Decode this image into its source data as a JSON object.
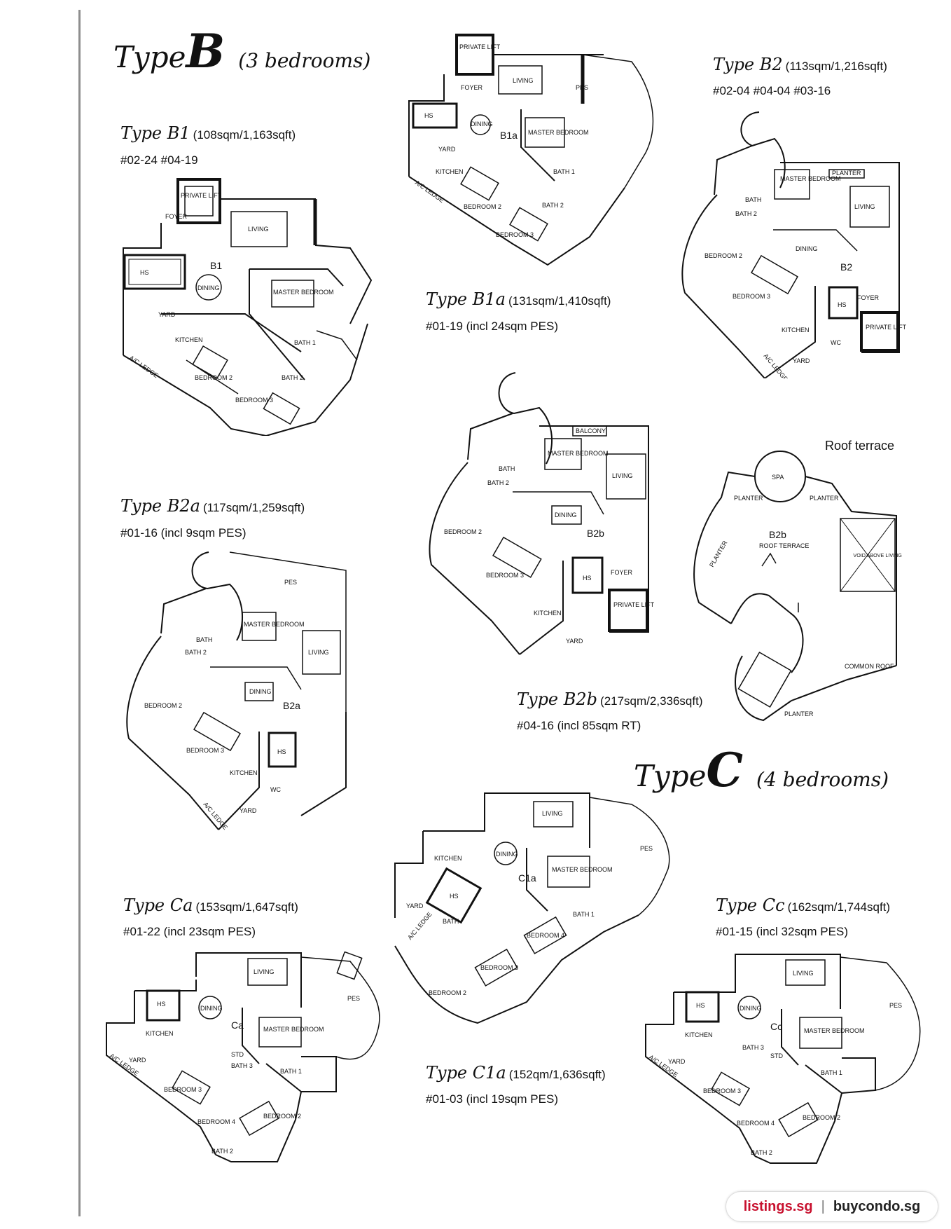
{
  "sections": {
    "b": {
      "type_word": "Type",
      "letter": "B",
      "subtitle": "(3 bedrooms)"
    },
    "c": {
      "type_word": "Type",
      "letter": "C",
      "subtitle": "(4 bedrooms)"
    }
  },
  "units": {
    "b1": {
      "name": "Type B1",
      "area": "(108sqm/1,163sqft)",
      "units": "#02-24  #04-19",
      "code": "B1"
    },
    "b1a": {
      "name": "Type B1a",
      "area": "(131sqm/1,410sqft)",
      "units": "#01-19 (incl 24sqm PES)",
      "code": "B1a"
    },
    "b2": {
      "name": "Type B2",
      "area": "(113sqm/1,216sqft)",
      "units": "#02-04  #04-04  #03-16",
      "code": "B2"
    },
    "b2a": {
      "name": "Type B2a",
      "area": "(117sqm/1,259sqft)",
      "units": "#01-16 (incl 9sqm PES)",
      "code": "B2a"
    },
    "b2b": {
      "name": "Type B2b",
      "area": "(217sqm/2,336sqft)",
      "units": "#04-16 (incl 85sqm RT)",
      "code": "B2b"
    },
    "ca": {
      "name": "Type Ca",
      "area": "(153sqm/1,647sqft)",
      "units": "#01-22 (incl 23sqm PES)",
      "code": "Ca"
    },
    "c1a": {
      "name": "Type C1a",
      "area": "(152qm/1,636sqft)",
      "units": "#01-03 (incl 19sqm PES)",
      "code": "C1a"
    },
    "cc": {
      "name": "Type Cc",
      "area": "(162sqm/1,744sqft)",
      "units": "#01-15 (incl 32sqm PES)",
      "code": "Cc"
    }
  },
  "roof": {
    "caption": "Roof terrace",
    "labels": {
      "spa": "SPA",
      "planter": "PLANTER",
      "roof_terrace": "B2b",
      "roof_terrace_2": "ROOF TERRACE",
      "void": "VOID ABOVE LIVING",
      "common_roof": "COMMON ROOF"
    }
  },
  "rooms": {
    "private_lift": "PRIVATE LIFT",
    "foyer": "FOYER",
    "living": "LIVING",
    "hs": "HS",
    "dining": "DINING",
    "master_bedroom": "MASTER BEDROOM",
    "kitchen": "KITCHEN",
    "yard": "YARD",
    "wc": "WC",
    "bath_1": "BATH 1",
    "bath_2": "BATH 2",
    "bath_3": "BATH 3",
    "bath": "BATH",
    "bedroom_2": "BEDROOM 2",
    "bedroom_3": "BEDROOM 3",
    "bedroom_4": "BEDROOM 4",
    "ac_ledge": "A/C LEDGE",
    "pes": "PES",
    "planter": "PLANTER",
    "balcony": "BALCONY",
    "std": "STD"
  },
  "footer": {
    "site1": "listings.sg",
    "separator": "|",
    "site2": "buycondo.sg"
  },
  "colors": {
    "line": "#111111",
    "accent": "#c8102e",
    "margin_line": "#8e8e8e"
  }
}
